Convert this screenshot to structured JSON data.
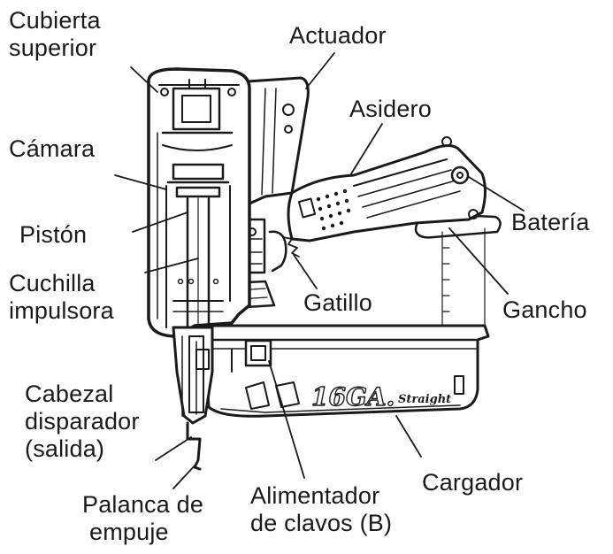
{
  "diagram": {
    "labels": {
      "cubierta_superior": [
        "Cubierta",
        "superior"
      ],
      "actuador": [
        "Actuador"
      ],
      "asidero": [
        "Asidero"
      ],
      "camara": [
        "Cámara"
      ],
      "piston": [
        "Pistón"
      ],
      "cuchilla_impulsora": [
        "Cuchilla",
        "impulsora"
      ],
      "bateria": [
        "Batería"
      ],
      "gatillo": [
        "Gatillo"
      ],
      "gancho": [
        "Gancho"
      ],
      "cabezal_disparador": [
        "Cabezal",
        "disparador",
        "(salida)"
      ],
      "palanca_de_empuje": [
        "Palanca de",
        "empuje"
      ],
      "alimentador_de_clavos": [
        "Alimentador",
        "de clavos (B)"
      ],
      "cargador": [
        "Cargador"
      ]
    },
    "magazine_marking": {
      "gauge": "16GA.",
      "type": "Straight"
    },
    "colors": {
      "ink": "#1a1a1a",
      "background": "#ffffff"
    }
  }
}
